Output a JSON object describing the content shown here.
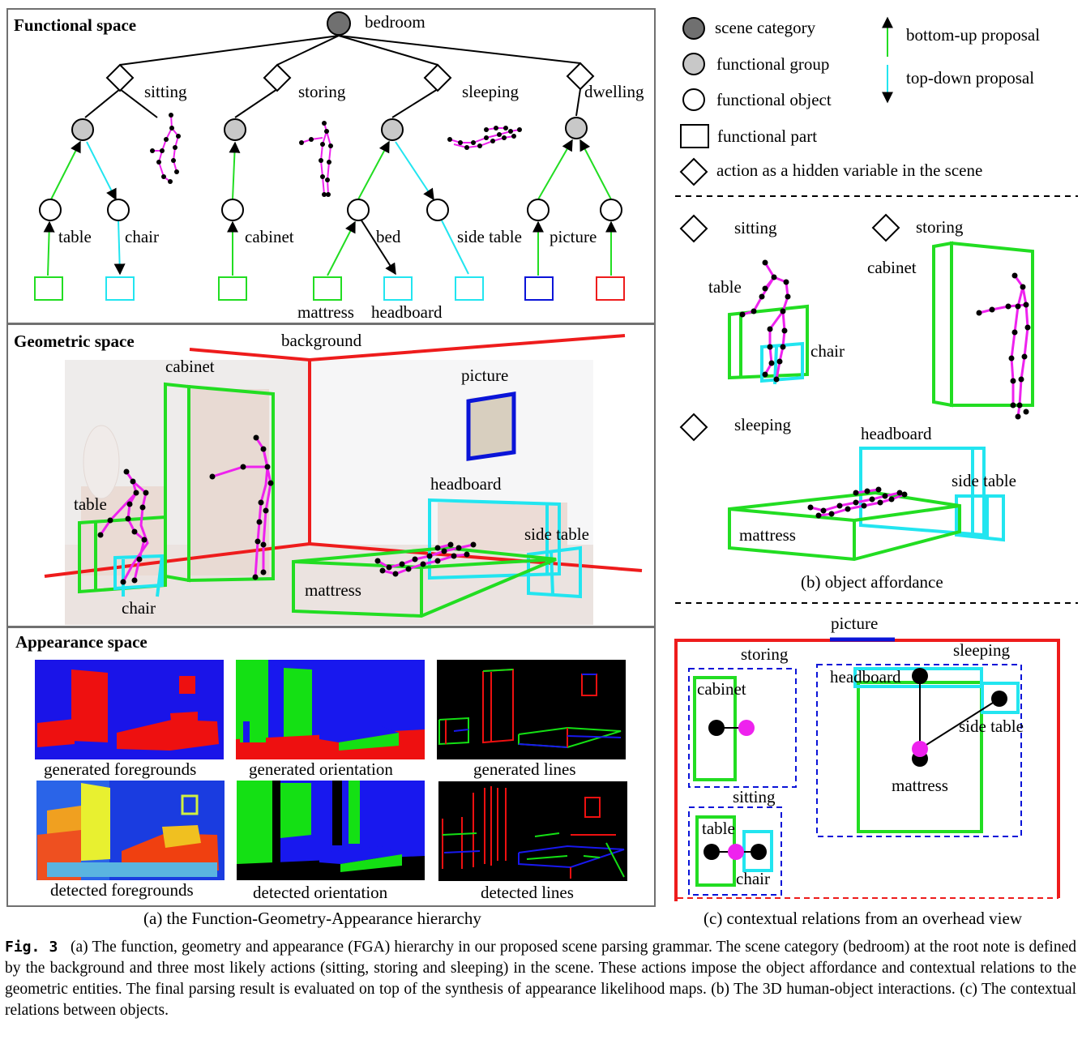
{
  "panel_a": {
    "functional_space": {
      "title": "Functional space",
      "root": "bedroom",
      "actions": [
        "sitting",
        "storing",
        "sleeping",
        "dwelling"
      ],
      "objects": [
        "table",
        "chair",
        "cabinet",
        "bed",
        "side table",
        "picture"
      ],
      "parts": [
        "mattress",
        "headboard"
      ]
    },
    "geometric_space": {
      "title": "Geometric space",
      "labels": [
        "background",
        "cabinet",
        "picture",
        "headboard",
        "table",
        "side table",
        "chair",
        "mattress"
      ]
    },
    "appearance_space": {
      "title": "Appearance space",
      "maps": [
        "generated foregrounds",
        "generated orientation",
        "generated lines",
        "detected foregrounds",
        "detected orientation",
        "detected lines"
      ]
    },
    "caption": "(a) the Function-Geometry-Appearance hierarchy"
  },
  "legend": {
    "scene_category": "scene category",
    "functional_group": "functional group",
    "functional_object": "functional object",
    "functional_part": "functional part",
    "action": "action as a hidden variable in the scene",
    "bottom_up": "bottom-up proposal",
    "top_down": "top-down proposal"
  },
  "panel_b": {
    "actions": [
      "sitting",
      "storing",
      "sleeping"
    ],
    "labels": [
      "table",
      "chair",
      "cabinet",
      "headboard",
      "side table",
      "mattress"
    ],
    "caption": "(b) object affordance"
  },
  "panel_c": {
    "labels": [
      "picture",
      "storing",
      "sleeping",
      "headboard",
      "cabinet",
      "side table",
      "mattress",
      "sitting",
      "table",
      "chair"
    ],
    "caption": "(c) contextual relations from an overhead view"
  },
  "figure_caption": {
    "label": "Fig. 3",
    "text": "(a) The function, geometry and appearance (FGA) hierarchy in our proposed scene parsing grammar. The scene category (bedroom) at the root note is defined by the background and three most likely actions (sitting, storing and sleeping) in the scene. These actions impose the object affordance and contextual relations to the geometric entities. The final parsing result is evaluated on top of the synthesis of appearance likelihood maps. (b) The 3D human-object interactions. (c) The contextual relations between objects."
  },
  "colors": {
    "green": "#22dd22",
    "cyan": "#22e5f0",
    "blue": "#0a14d8",
    "red": "#ee1c1c",
    "magenta": "#ee22ee",
    "scene_gray": "#707070",
    "group_gray": "#c8c8c8"
  }
}
